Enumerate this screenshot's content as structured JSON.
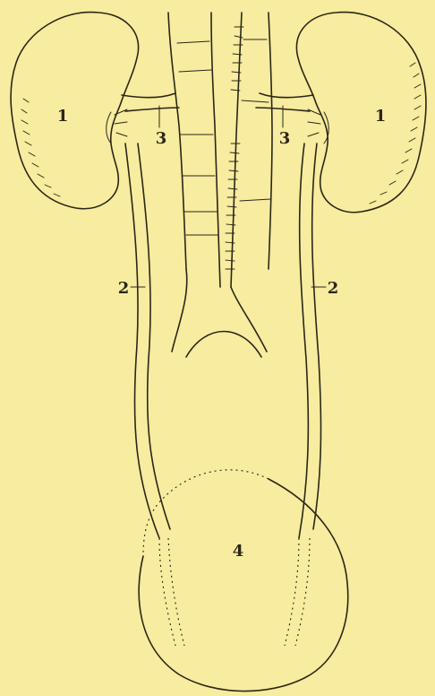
{
  "figure": {
    "labels": {
      "kidney_left": "1",
      "kidney_right": "1",
      "ureter_left": "2",
      "ureter_right": "2",
      "vessel_left": "3",
      "vessel_right": "3",
      "bladder": "4"
    },
    "colors": {
      "paper": "#f7ec9f",
      "ink": "#2b2618"
    }
  }
}
